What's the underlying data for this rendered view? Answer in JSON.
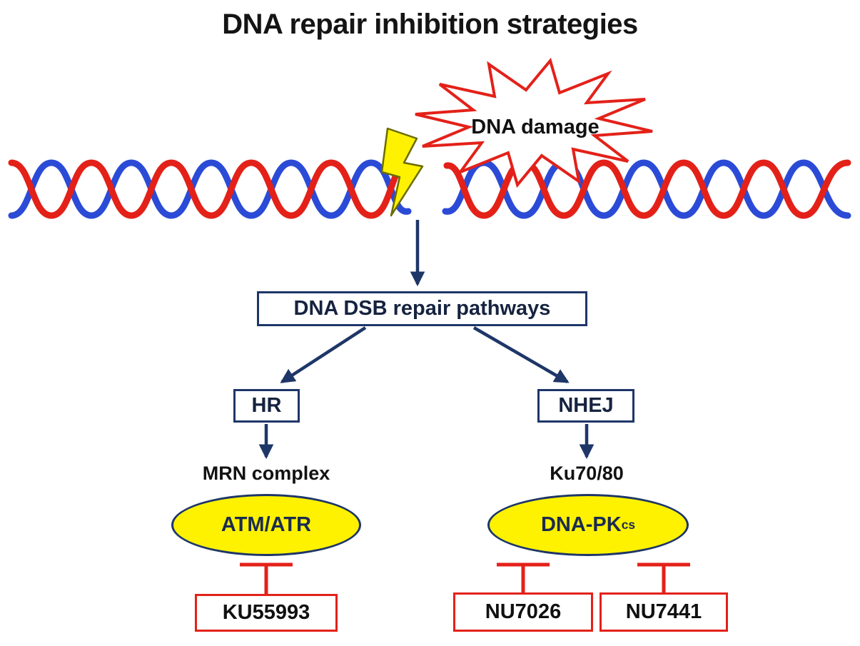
{
  "title": "DNA repair inhibition strategies",
  "diagram": {
    "damage_label": "DNA damage",
    "pathways_box": "DNA DSB repair pathways",
    "hr_box": "HR",
    "nhej_box": "NHEJ",
    "mrn_label": "MRN complex",
    "ku_label": "Ku70/80",
    "atm_ellipse": "ATM/ATR",
    "dnapk_main": "DNA-PK",
    "dnapk_sub": "cs",
    "inhibitors": {
      "ku55993": "KU55993",
      "nu7026": "NU7026",
      "nu7441": "NU7441"
    }
  },
  "colors": {
    "strand_red": "#e32119",
    "strand_blue": "#2b4bd7",
    "arrow_navy": "#1e3668",
    "burst_red": "#e32119",
    "bolt_yellow": "#fef200",
    "ellipse_yellow": "#fef200",
    "inhibitor_red": "#e32119"
  }
}
